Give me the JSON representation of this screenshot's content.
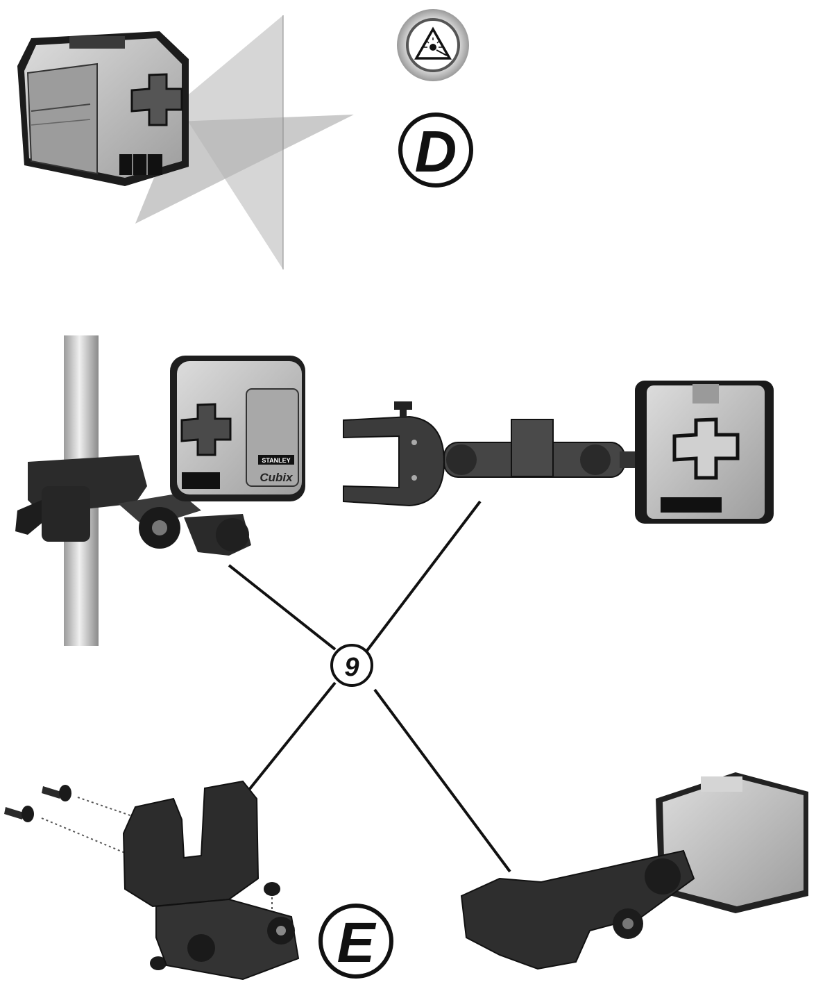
{
  "figure": {
    "section_d_label": "D",
    "section_e_label": "E",
    "callout_number": "9",
    "brand_text": "STANLEY",
    "product_text": "Cubix",
    "warning_icon": "laser-warning-icon"
  },
  "colors": {
    "ink": "#111111",
    "plastic_dark": "#2b2b2b",
    "housing_gray": "#b9b9b9",
    "housing_light": "#d8d8d8",
    "beam_plane": "#bdbdbd",
    "pole": "#d0d0d0"
  }
}
